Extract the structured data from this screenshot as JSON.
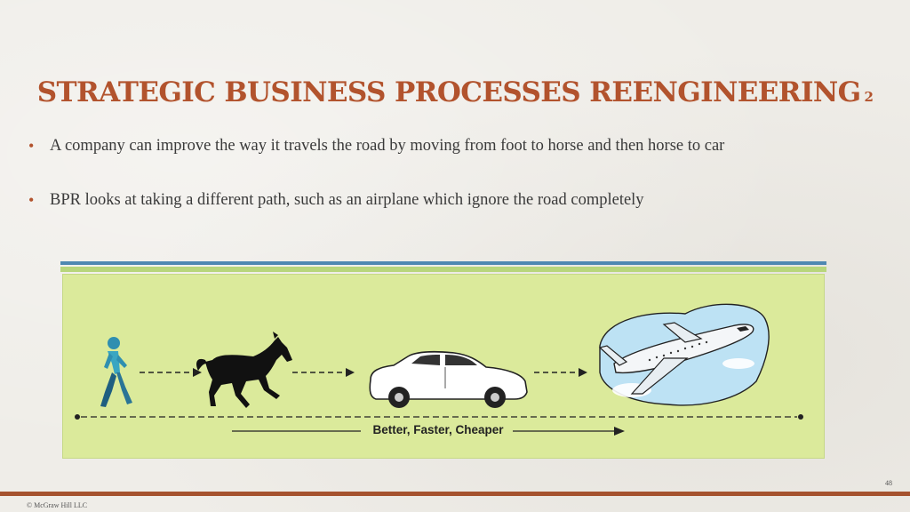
{
  "slide": {
    "title": "STRATEGIC BUSINESS PROCESSES REENGINEERING",
    "title_suffix": "2",
    "bullets": [
      "A company can improve the way it travels the road by moving from foot to horse and then horse to car",
      "BPR looks at taking a different path, such as an airplane which ignore the road completely"
    ],
    "figure": {
      "stages": [
        "walking-person-icon",
        "horse-icon",
        "car-icon",
        "airplane-icon"
      ],
      "caption": "Better, Faster, Cheaper"
    },
    "footer": {
      "copyright": "© McGraw Hill LLC",
      "page_number": "48"
    },
    "colors": {
      "title": "#b2532d",
      "accent_blue": "#4f88b2",
      "accent_green": "#b8d67c",
      "figure_bg": "#dbea9b",
      "footer_bar": "#a5522e"
    }
  }
}
